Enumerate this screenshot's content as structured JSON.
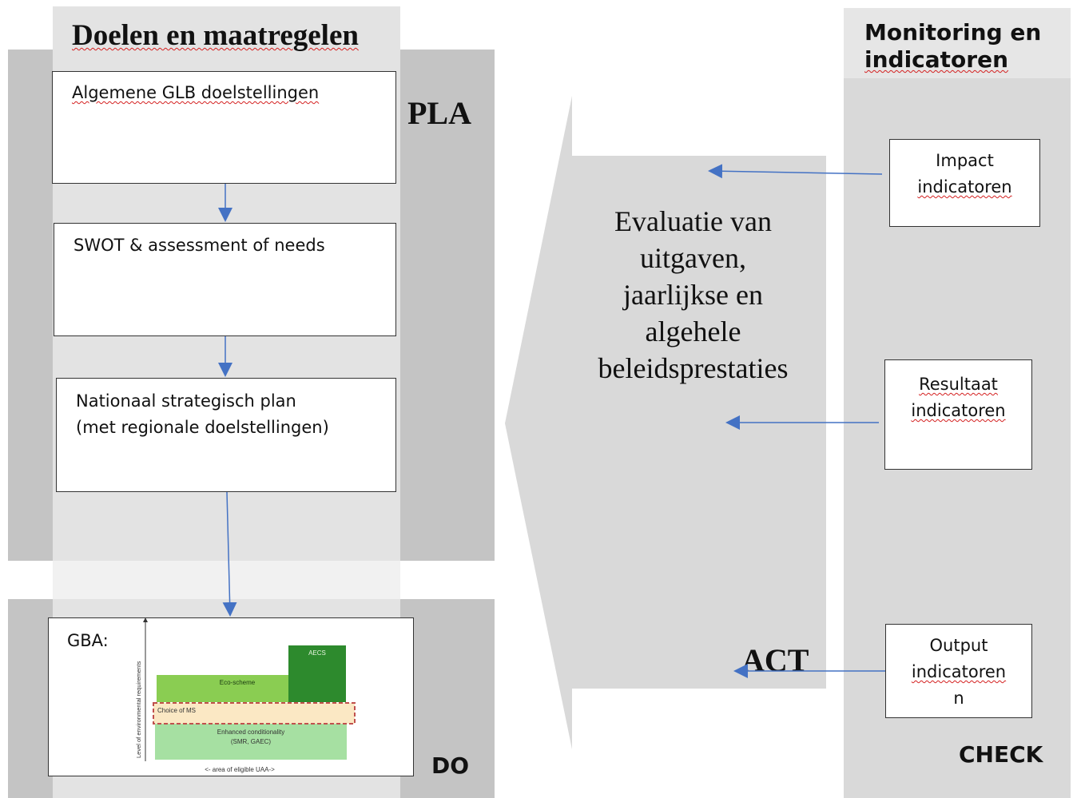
{
  "left_panel": {
    "title": "Doelen en maatregelen",
    "boxes": [
      "Algemene GLB doelstellingen",
      "SWOT & assessment of needs"
    ],
    "national_plan_line1": "Nationaal strategisch plan",
    "national_plan_line2": "(met regionale doelstellingen)",
    "pla_label": "PLA",
    "do_label": "DO"
  },
  "gba": {
    "label": "GBA:",
    "y_axis_label": "Level of environmental requirements",
    "x_axis_label": "<-    area of eligible UAA->",
    "layers": {
      "aecs": "AECS",
      "eco_scheme": "Eco-scheme",
      "choice": "Choice of MS",
      "conditionality_line1": "Enhanced conditionality",
      "conditionality_line2": "(SMR, GAEC)"
    },
    "colors": {
      "aecs": "#2d8a2d",
      "eco_scheme": "#8acd52",
      "choice_fill": "#fbe8c4",
      "choice_border": "#c0504d",
      "conditionality": "#a6e0a2"
    }
  },
  "evaluation": {
    "text_lines": [
      "Evaluatie van",
      "uitgaven,",
      "jaarlijkse en",
      "algehele",
      "beleidsprestaties"
    ],
    "act_label": "ACT"
  },
  "monitoring": {
    "title_line1": "Monitoring en",
    "title_line2": "indicatoren",
    "impact": [
      "Impact",
      "indicatoren"
    ],
    "resultaat": [
      "Resultaat",
      "indicatoren"
    ],
    "output": [
      "Output",
      "indicatoren",
      "n"
    ],
    "check_label": "CHECK"
  },
  "colors": {
    "arrow": "#4472c4",
    "panel_dark": "#c4c4c4",
    "panel_light": "#d9d9d9"
  }
}
